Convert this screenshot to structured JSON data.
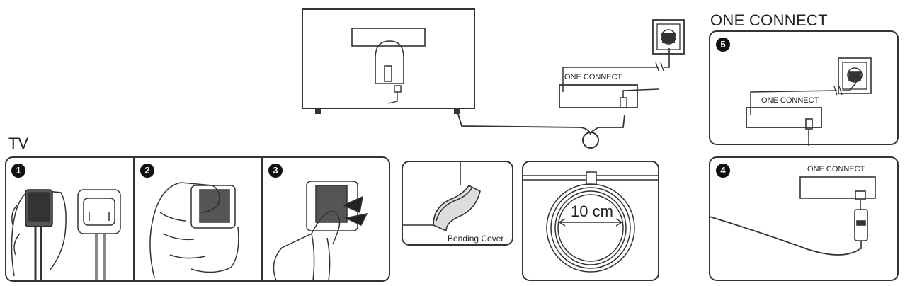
{
  "labels": {
    "tv": "TV",
    "one_connect_title": "ONE CONNECT",
    "one_connect_box": "ONE CONNECT",
    "bending_cover": "Bending Cover",
    "loop_diameter": "10 cm"
  },
  "steps": [
    {
      "number": "1"
    },
    {
      "number": "2"
    },
    {
      "number": "3"
    },
    {
      "number": "4"
    },
    {
      "number": "5"
    }
  ]
}
